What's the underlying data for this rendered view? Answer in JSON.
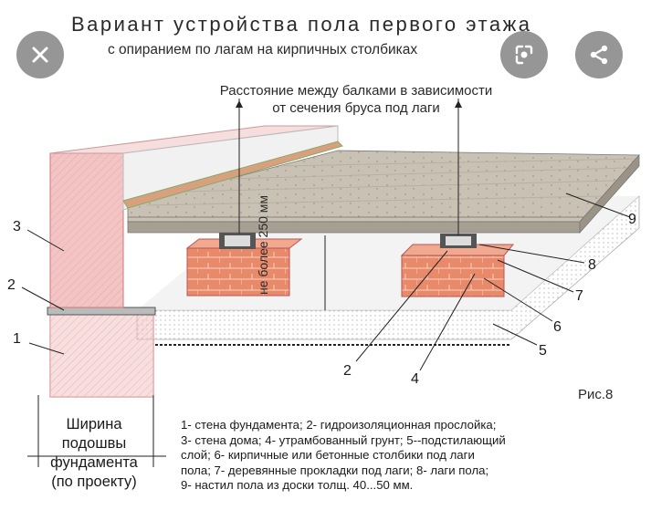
{
  "title": "Вариант устройства пола первого этажа",
  "subtitle": "с опиранием по лагам на кирпичных столбиках",
  "note_line1": "Расстояние между балками в зависимости",
  "note_line2": "от сечения бруса под лаги",
  "vertical_label": "не более 250 мм",
  "figure_label": "Рис.8",
  "width_label": [
    "Ширина",
    "подошвы",
    "фундамента",
    "(по проекту)"
  ],
  "callouts": {
    "n1": "1",
    "n2": "2",
    "n3": "3",
    "n2b": "2",
    "n4": "4",
    "n5": "5",
    "n6": "6",
    "n7": "7",
    "n8": "8",
    "n9": "9"
  },
  "legend": [
    "1- стена фундамента;  2- гидроизоляционная прослойка;",
    "3- стена дома;  4- утрамбованный грунт;  5--подстилающий",
    "слой;  6- кирпичные или бетонные столбики под лаги",
    "пола;  7- деревянные прокладки под лаги;  8- лаги пола;",
    "9- настил пола из доски толщ. 40...50 мм."
  ],
  "colors": {
    "brick": "#e8896a",
    "wall_pink": "#f3c4c4",
    "floor": "#c8c1b4",
    "overlay": "#6e6e6e"
  },
  "icons": {
    "close": "close-icon",
    "share": "share-icon"
  }
}
